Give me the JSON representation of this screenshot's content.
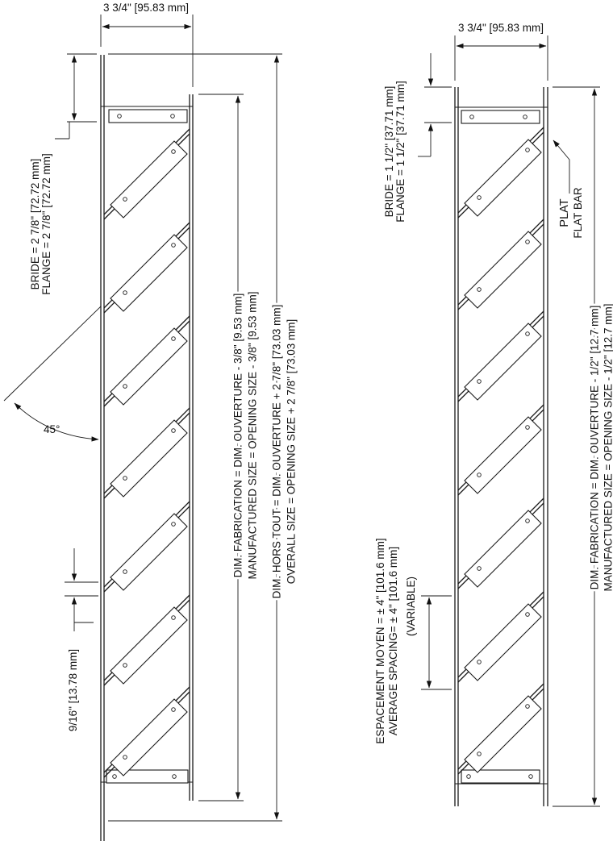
{
  "left_view": {
    "width_dim": "3 3/4\" [95.83 mm]",
    "flange_fr": "BRIDE = 2 7/8\" [72.72 mm]",
    "flange_en": "FLANGE = 2 7/8\" [72.72 mm]",
    "angle": "45°",
    "blade_gap": "9/16\" [13.78 mm]",
    "manufactured_fr": "DIM. FABRICATION = DIM. OUVERTURE - 3/8\" [9.53 mm]",
    "manufactured_en": "MANUFACTURED SIZE = OPENING SIZE - 3/8\" [9.53 mm]",
    "overall_fr": "DIM. HORS TOUT = DIM. OUVERTURE + 2 7/8\" [73.03 mm]",
    "overall_en": "OVERALL SIZE = OPENING SIZE + 2 7/8\" [73.03 mm]"
  },
  "right_view": {
    "width_dim": "3 3/4\" [95.83 mm]",
    "flange_fr": "BRIDE = 1 1/2\" [37.71 mm]",
    "flange_en": "FLANGE = 1 1/2\" [37.71 mm]",
    "flat_bar_fr": "PLAT",
    "flat_bar_en": "FLAT BAR",
    "spacing_fr": "ESPACEMENT MOYEN = ± 4\" [101.6 mm]",
    "spacing_en": "AVERAGE SPACING= ± 4\" [101.6 mm]",
    "spacing_note": "(VARIABLE)",
    "manufactured_fr": "DIM. FABRICATION = DIM. OUVERTURE - 1/2\" [12.7 mm]",
    "manufactured_en": "MANUFACTURED SIZE = OPENING SIZE - 1/2\" [12.7 mm]"
  }
}
